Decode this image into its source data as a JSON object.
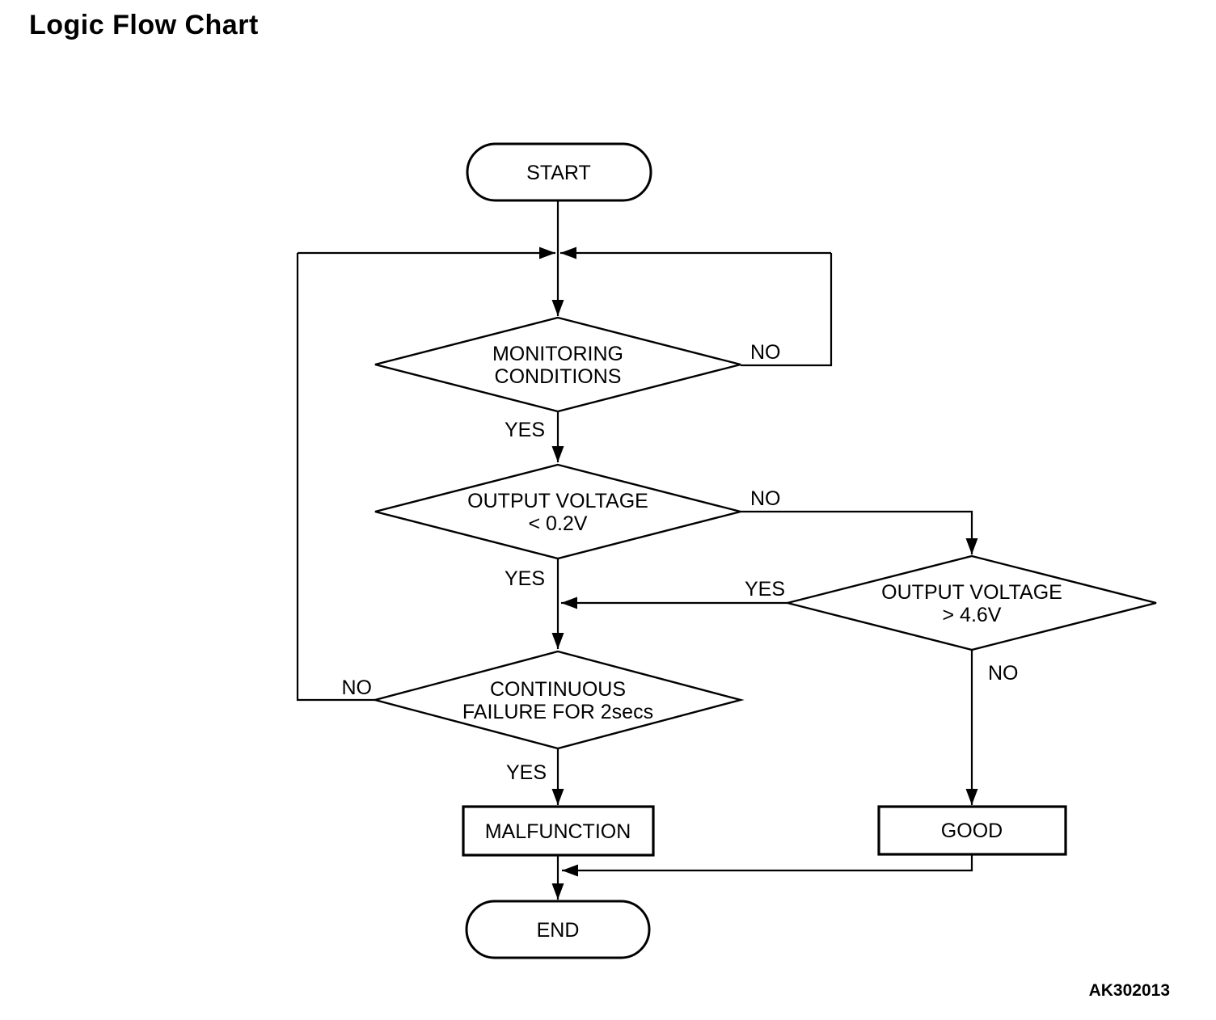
{
  "page": {
    "title": "Logic Flow Chart",
    "figure_code": "AK302013"
  },
  "flowchart": {
    "nodes": {
      "start": {
        "type": "terminator",
        "label": "START"
      },
      "monitoring": {
        "type": "decision",
        "line1": "MONITORING",
        "line2": "CONDITIONS"
      },
      "output_voltage_low": {
        "type": "decision",
        "line1": "OUTPUT VOLTAGE",
        "line2": "< 0.2V"
      },
      "output_voltage_high": {
        "type": "decision",
        "line1": "OUTPUT VOLTAGE",
        "line2": "> 4.6V"
      },
      "continuous_failure": {
        "type": "decision",
        "line1": "CONTINUOUS",
        "line2": "FAILURE FOR 2secs"
      },
      "malfunction": {
        "type": "process",
        "label": "MALFUNCTION"
      },
      "good": {
        "type": "process",
        "label": "GOOD"
      },
      "end": {
        "type": "terminator",
        "label": "END"
      }
    },
    "edges": [
      {
        "from": "start",
        "to": "loop-junction",
        "label": ""
      },
      {
        "from": "monitoring",
        "to": "loop-junction",
        "label": "NO"
      },
      {
        "from": "monitoring",
        "to": "output_voltage_low",
        "label": "YES"
      },
      {
        "from": "output_voltage_low",
        "to": "output_voltage_high",
        "label": "NO"
      },
      {
        "from": "output_voltage_low",
        "to": "continuous_failure",
        "label": "YES"
      },
      {
        "from": "output_voltage_high",
        "to": "continuous_failure",
        "label": "YES"
      },
      {
        "from": "output_voltage_high",
        "to": "good",
        "label": "NO"
      },
      {
        "from": "continuous_failure",
        "to": "loop-junction",
        "label": "NO"
      },
      {
        "from": "continuous_failure",
        "to": "malfunction",
        "label": "YES"
      },
      {
        "from": "malfunction",
        "to": "end",
        "label": ""
      },
      {
        "from": "good",
        "to": "end",
        "label": ""
      }
    ]
  }
}
